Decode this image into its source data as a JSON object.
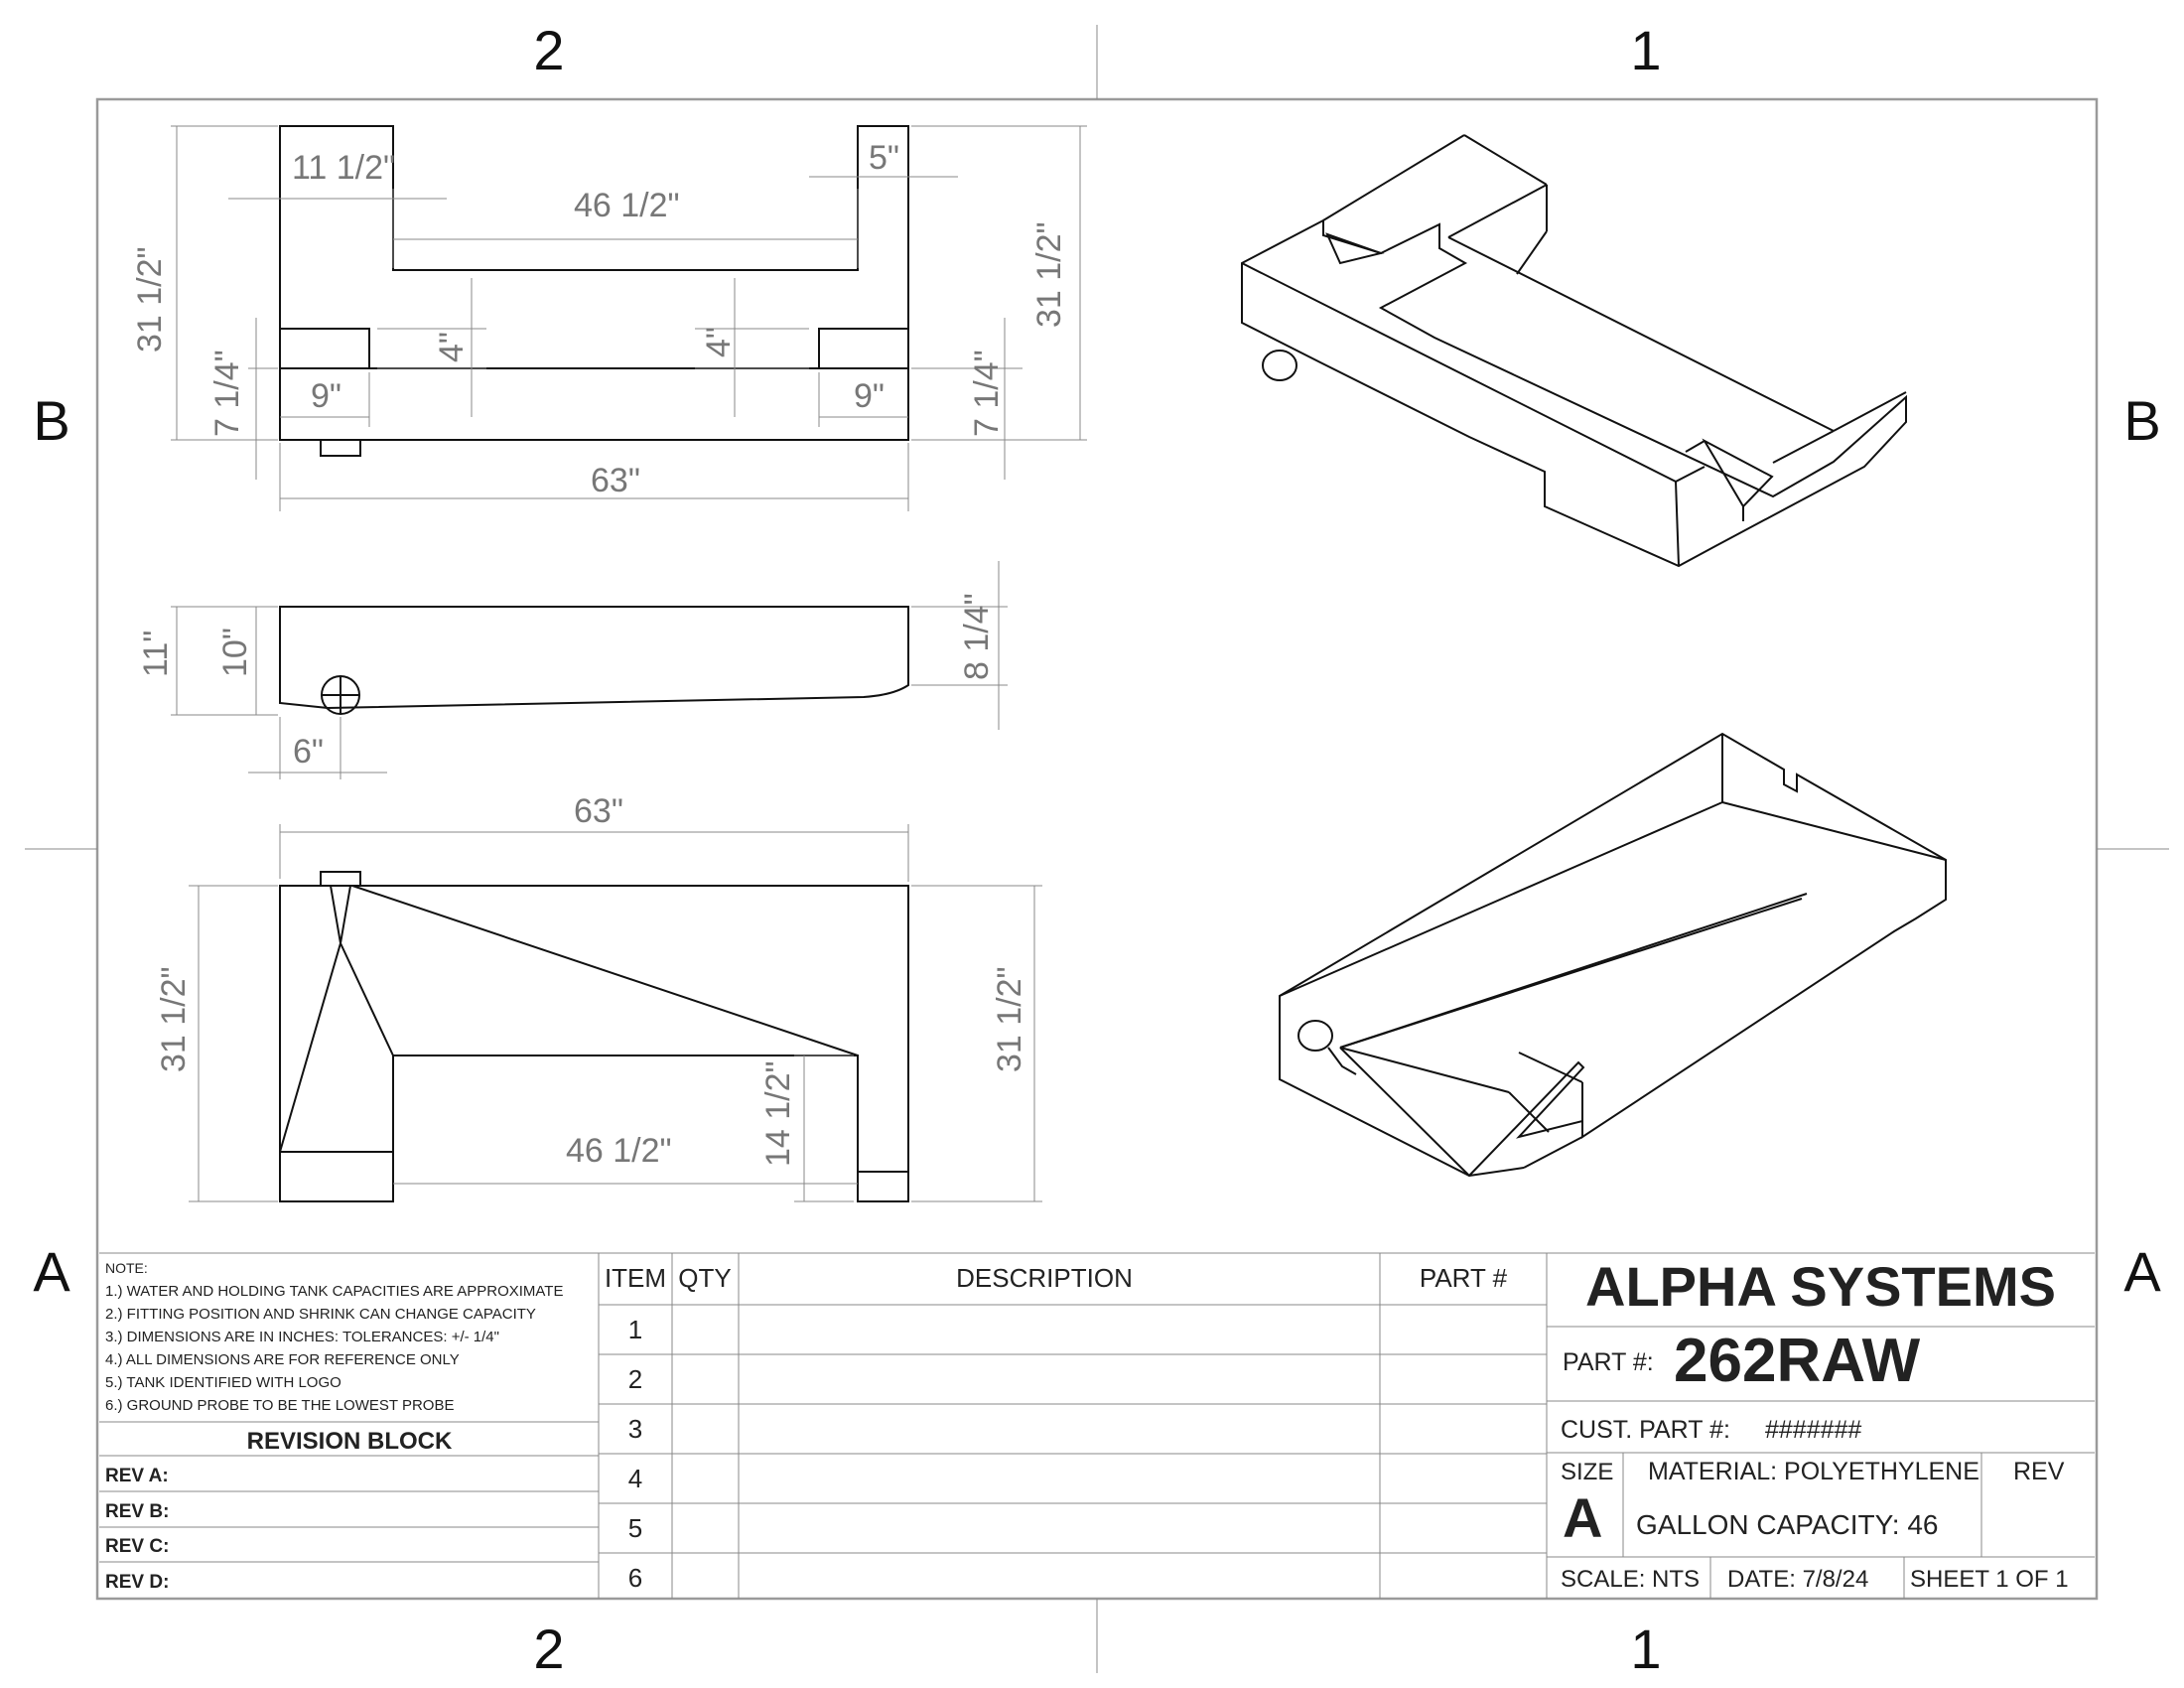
{
  "zones": {
    "cols": [
      "2",
      "1"
    ],
    "rows": [
      "B",
      "A"
    ]
  },
  "dimensions": {
    "front": {
      "overall_height": "31 1/2\"",
      "overall_height_right": "31 1/2\"",
      "left_leg": "11 1/2\"",
      "right_leg": "5\"",
      "inner_span": "46 1/2\"",
      "step_left": "4\"",
      "step_right": "4\"",
      "foot_left": "9\"",
      "foot_right": "9\"",
      "foot_h_left": "7 1/4\"",
      "foot_h_right": "7 1/4\"",
      "overall_width": "63\""
    },
    "side": {
      "height_left": "11\"",
      "height_inner": "10\"",
      "height_right": "8 1/4\"",
      "fitting_offset": "6\""
    },
    "bottom": {
      "overall_width": "63\"",
      "height_left": "31 1/2\"",
      "height_right": "31 1/2\"",
      "inner_span": "46 1/2\"",
      "leg_height": "14 1/2\""
    }
  },
  "notes": {
    "heading": "NOTE:",
    "lines": [
      "1.) WATER AND HOLDING TANK CAPACITIES ARE APPROXIMATE",
      "2.) FITTING POSITION AND SHRINK CAN CHANGE CAPACITY",
      "3.) DIMENSIONS ARE IN INCHES: TOLERANCES: +/-  1/4\"",
      "4.) ALL DIMENSIONS ARE FOR REFERENCE ONLY",
      "5.) TANK IDENTIFIED WITH LOGO",
      "6.) GROUND PROBE TO BE THE LOWEST PROBE"
    ]
  },
  "revision": {
    "title": "REVISION BLOCK",
    "rows": [
      "REV A:",
      "REV B:",
      "REV C:",
      "REV D:"
    ]
  },
  "bom": {
    "headers": [
      "ITEM",
      "QTY",
      "DESCRIPTION",
      "PART #"
    ],
    "items": [
      "1",
      "2",
      "3",
      "4",
      "5",
      "6"
    ]
  },
  "title_block": {
    "company": "ALPHA SYSTEMS",
    "part_label": "PART #:",
    "part_number": "262RAW",
    "cust_part_label": "CUST. PART #:",
    "cust_part_value": "#######",
    "size_label": "SIZE",
    "size_value": "A",
    "material": "MATERIAL: POLYETHYLENE",
    "rev_label": "REV",
    "capacity": "GALLON CAPACITY: 46",
    "scale": "SCALE: NTS",
    "date": "DATE: 7/8/24",
    "sheet": "SHEET 1 OF 1"
  }
}
